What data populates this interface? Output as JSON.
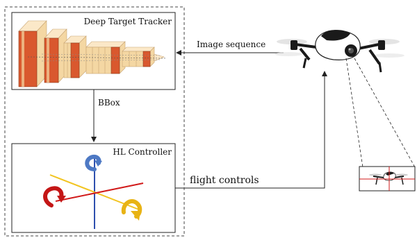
{
  "tracker": {
    "title": "Deep Target Tracker"
  },
  "controller": {
    "title": "HL Controller"
  },
  "edges": {
    "image_sequence": "Image sequence",
    "bbox": "BBox",
    "flight_controls": "flight controls"
  },
  "colors": {
    "layer_front": "#d9582e",
    "layer_side": "#f4d7a3",
    "layer_top": "#fbe8c8",
    "layer_edge": "#c8a574",
    "axis_blue": "#2d4fae",
    "axis_red": "#d11a1a",
    "axis_yellow": "#f2c420",
    "drone_body": "#ffffff",
    "drone_dark": "#1a1a1a"
  },
  "icons": [
    "drone-icon",
    "drone-camera-view-icon",
    "yaw-rotation-icon",
    "roll-rotation-icon",
    "pitch-rotation-icon"
  ]
}
